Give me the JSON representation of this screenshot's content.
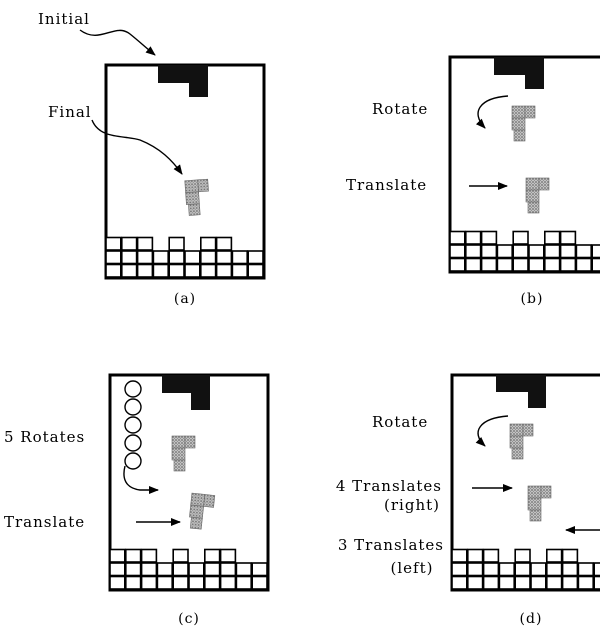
{
  "panel_a": {
    "caption": "(a)",
    "label_initial": "Initial",
    "label_final": "Final"
  },
  "panel_b": {
    "caption": "(b)",
    "label_rotate": "Rotate",
    "label_translate": "Translate"
  },
  "panel_c": {
    "caption": "(c)",
    "label_rotates": "5 Rotates",
    "label_translate": "Translate"
  },
  "panel_d": {
    "caption": "(d)",
    "label_rotate": "Rotate",
    "label_translates_right": "4 Translates",
    "label_right_sub": "(right)",
    "label_translates_left": "3 Translates",
    "label_left_sub": "(left)"
  },
  "colors": {
    "line": "#000000",
    "block": "#111111",
    "gray_piece": "#a8a8a8"
  }
}
